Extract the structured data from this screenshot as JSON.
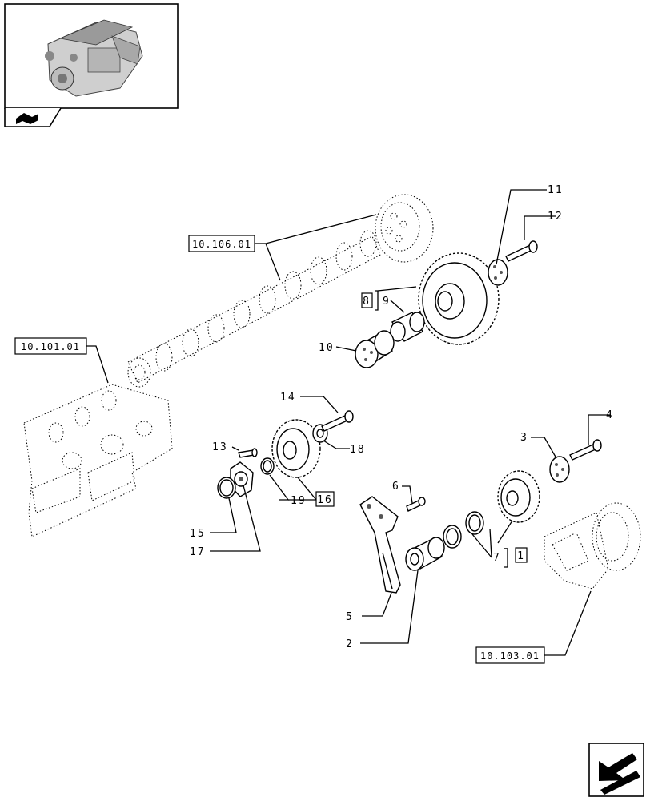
{
  "refs": {
    "camshaft": "10.106.01",
    "head": "10.101.01",
    "crank": "10.103.01"
  },
  "callouts": {
    "p1": "1",
    "p2": "2",
    "p3": "3",
    "p4": "4",
    "p5": "5",
    "p6": "6",
    "p7": "7",
    "p8": "8",
    "p9": "9",
    "p10": "10",
    "p11": "11",
    "p12": "12",
    "p13": "13",
    "p14": "14",
    "p15": "15",
    "p16": "16",
    "p17": "17",
    "p18": "18",
    "p19": "19"
  },
  "icons": {
    "thumbnail": "engine-thumbnail-icon",
    "tab": "book-tab-icon",
    "next": "next-page-arrow-icon"
  }
}
